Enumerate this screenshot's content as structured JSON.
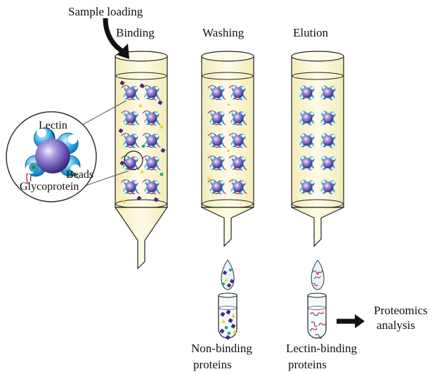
{
  "labels": {
    "sample_loading": "Sample loading",
    "binding": "Binding",
    "washing": "Washing",
    "elution": "Elution",
    "lectin": "Lectin",
    "beads": "Beads",
    "glycoprotein": "Glycoprotein",
    "non_binding_line1": "Non-binding",
    "non_binding_line2": "proteins",
    "lectin_binding_line1": "Lectin-binding",
    "lectin_binding_line2": "proteins",
    "proteomics_line1": "Proteomics",
    "proteomics_line2": "analysis"
  },
  "columns": [
    {
      "name": "binding",
      "has_glycoproteins": true,
      "has_nonbinding": true
    },
    {
      "name": "washing",
      "has_glycoproteins": true,
      "has_nonbinding": false
    },
    {
      "name": "elution",
      "has_glycoproteins": false,
      "has_nonbinding": false
    }
  ],
  "colors": {
    "column_fill": "#fbf7d6",
    "column_stroke": "#222222",
    "bead": "#6b5aa8",
    "lectin": "#3aa9dd",
    "glycoprotein_chain": "#c8102e",
    "nonbinding_purple": "#4b2a7a",
    "nonbinding_yellow": "#f2d21a",
    "nonbinding_green": "#2aa876"
  }
}
